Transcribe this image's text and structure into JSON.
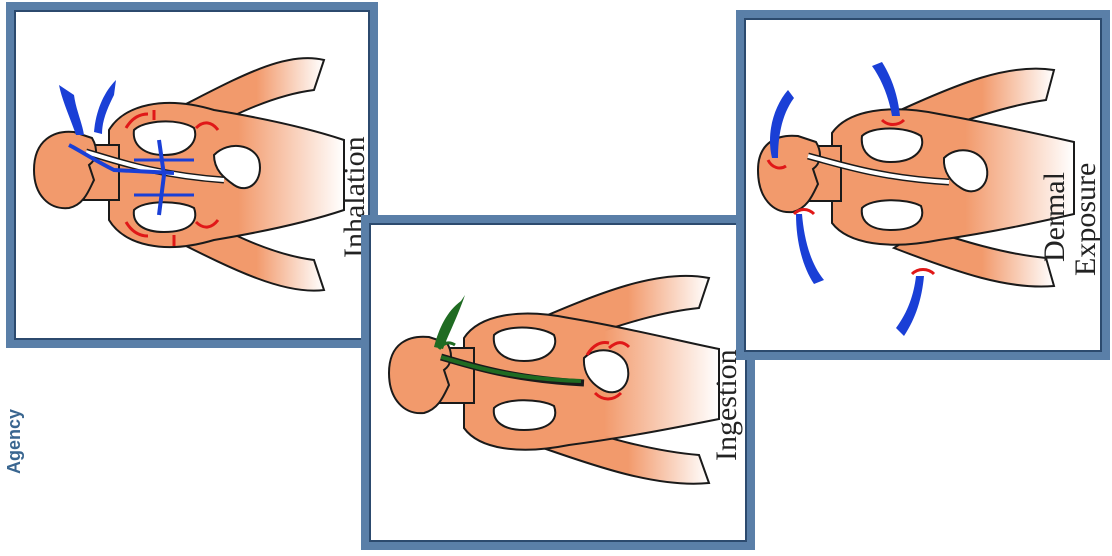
{
  "panels": [
    {
      "id": "inhalation",
      "label_lines": [
        "Inhalation"
      ],
      "route_color": "#1a3fd6"
    },
    {
      "id": "ingestion",
      "label_lines": [
        "Ingestion"
      ],
      "route_color": "#1f6b22"
    },
    {
      "id": "dermal",
      "label_lines": [
        "Dermal",
        "Exposure"
      ],
      "route_color": "#1a3fd6"
    }
  ],
  "side_text": "Agency",
  "colors": {
    "skin": "#f29a6c",
    "outline": "#1a1a1a",
    "frame": "#5a7fa8",
    "arrow_red": "#e01818",
    "side_text": "#3a6690"
  }
}
